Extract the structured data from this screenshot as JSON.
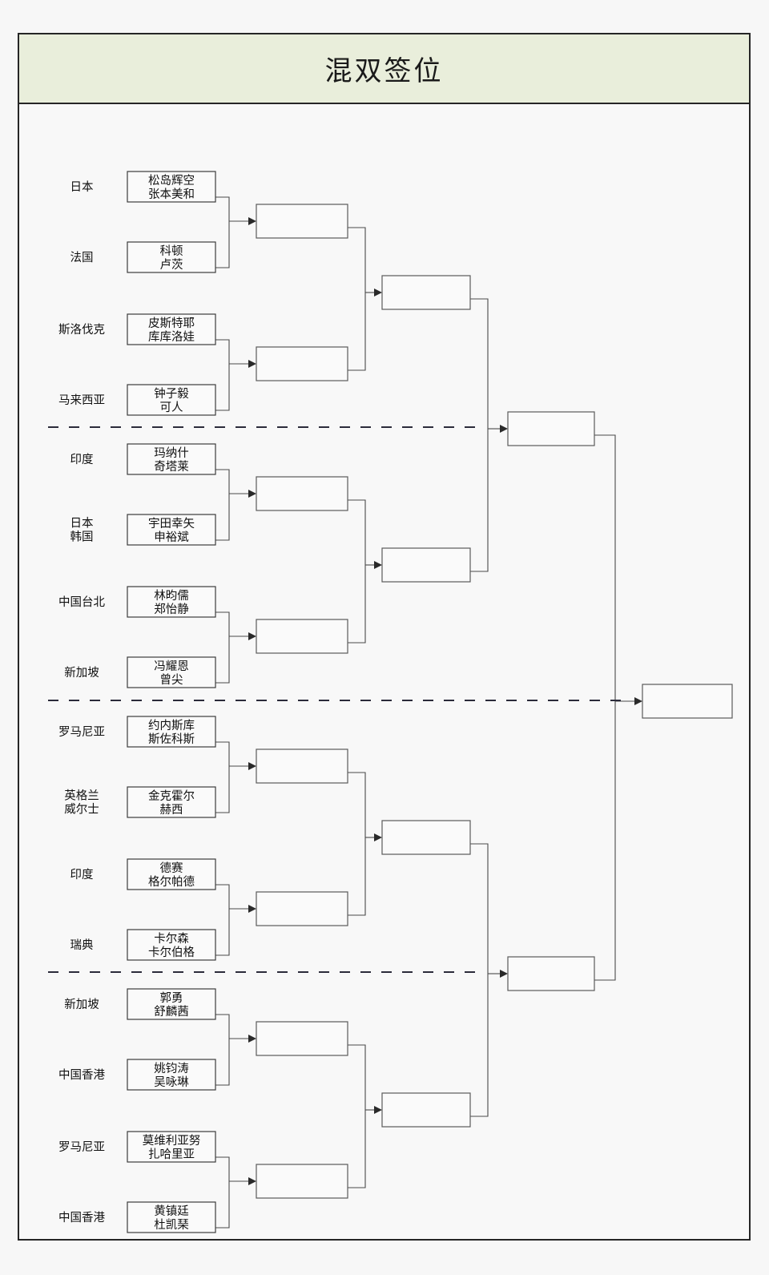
{
  "page": {
    "title": "混双签位"
  },
  "bracket": {
    "round1": [
      {
        "country": [
          "日本"
        ],
        "players": [
          "松岛辉空",
          "张本美和"
        ]
      },
      {
        "country": [
          "法国"
        ],
        "players": [
          "科顿",
          "卢茨"
        ]
      },
      {
        "country": [
          "斯洛伐克"
        ],
        "players": [
          "皮斯特耶",
          "库库洛娃"
        ]
      },
      {
        "country": [
          "马来西亚"
        ],
        "players": [
          "钟子毅",
          "可人"
        ]
      },
      {
        "country": [
          "印度"
        ],
        "players": [
          "玛纳什",
          "奇塔莱"
        ]
      },
      {
        "country": [
          "日本",
          "韩国"
        ],
        "players": [
          "宇田幸矢",
          "申裕斌"
        ]
      },
      {
        "country": [
          "中国台北"
        ],
        "players": [
          "林昀儒",
          "郑怡静"
        ]
      },
      {
        "country": [
          "新加坡"
        ],
        "players": [
          "冯耀恩",
          "曾尖"
        ]
      },
      {
        "country": [
          "罗马尼亚"
        ],
        "players": [
          "约内斯库",
          "斯佐科斯"
        ]
      },
      {
        "country": [
          "英格兰",
          "威尔士"
        ],
        "players": [
          "金克霍尔",
          "赫西"
        ]
      },
      {
        "country": [
          "印度"
        ],
        "players": [
          "德赛",
          "格尔帕德"
        ]
      },
      {
        "country": [
          "瑞典"
        ],
        "players": [
          "卡尔森",
          "卡尔伯格"
        ]
      },
      {
        "country": [
          "新加坡"
        ],
        "players": [
          "郭勇",
          "舒麟茜"
        ]
      },
      {
        "country": [
          "中国香港"
        ],
        "players": [
          "姚钧涛",
          "吴咏琳"
        ]
      },
      {
        "country": [
          "罗马尼亚"
        ],
        "players": [
          "莫维利亚努",
          "扎哈里亚"
        ]
      },
      {
        "country": [
          "中国香港"
        ],
        "players": [
          "黄镇廷",
          "杜凯琹"
        ]
      }
    ],
    "round2_slots": 8,
    "round3_slots": 4,
    "round4_slots": 2,
    "final_slots": 1,
    "separators": 3
  },
  "colors": {
    "title_bg": "#e9eedb",
    "frame_border": "#262626",
    "box_border": "#3c3c3c",
    "connector": "#4a4a4a",
    "separator": "#2b2b3a",
    "page_bg": "#f7f7f7"
  }
}
